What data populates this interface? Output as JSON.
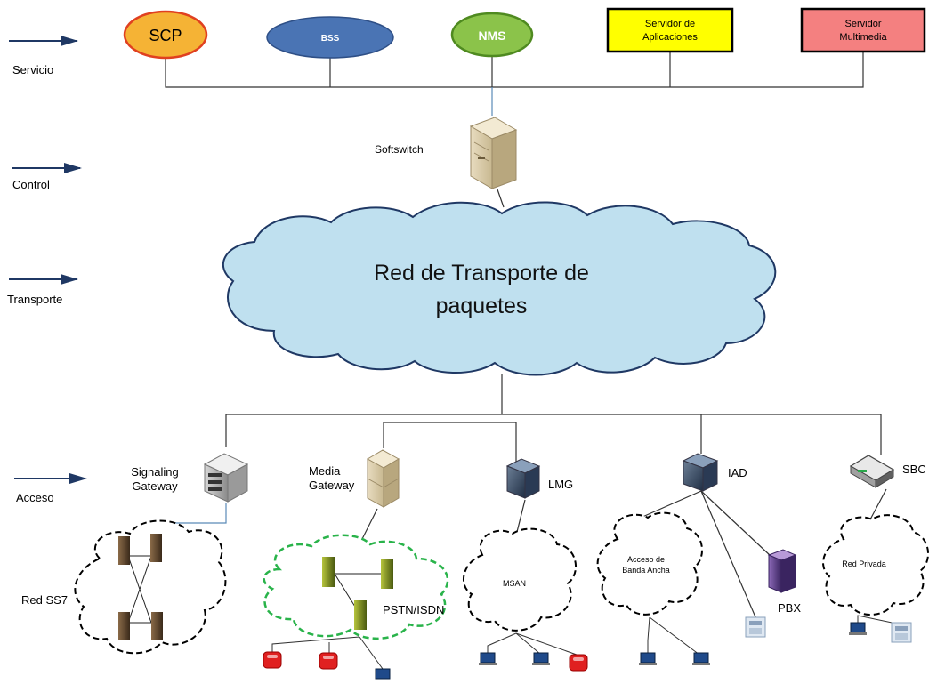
{
  "layers": {
    "service": "Servicio",
    "control": "Control",
    "transport": "Transporte",
    "access": "Acceso"
  },
  "services": {
    "scp": "SCP",
    "bss": "BSS",
    "nms": "NMS",
    "app_server_1": "Servidor de",
    "app_server_2": "Aplicaciones",
    "media_server_1": "Servidor",
    "media_server_2": "Multimedia"
  },
  "control": {
    "softswitch": "Softswitch"
  },
  "transport": {
    "cloud_line1": "Red de Transporte de",
    "cloud_line2": "paquetes"
  },
  "access": {
    "signaling_gateway_1": "Signaling",
    "signaling_gateway_2": "Gateway",
    "media_gateway_1": "Media",
    "media_gateway_2": "Gateway",
    "lmg": "LMG",
    "iad": "IAD",
    "sbc": "SBC"
  },
  "networks": {
    "ss7": "Red SS7",
    "pstn": "PSTN/ISDN",
    "msan": "MSAN",
    "broadband_1": "Acceso de",
    "broadband_2": "Banda Ancha",
    "private": "Red Privada",
    "pbx": "PBX"
  },
  "colors": {
    "scp": "#f5b335",
    "bss": "#4a74b4",
    "nms": "#8bc34a",
    "app_server": "#ffff00",
    "media_server": "#f48080",
    "cloud": "#bfe0ef",
    "pstn_cloud": "#29b34a"
  }
}
